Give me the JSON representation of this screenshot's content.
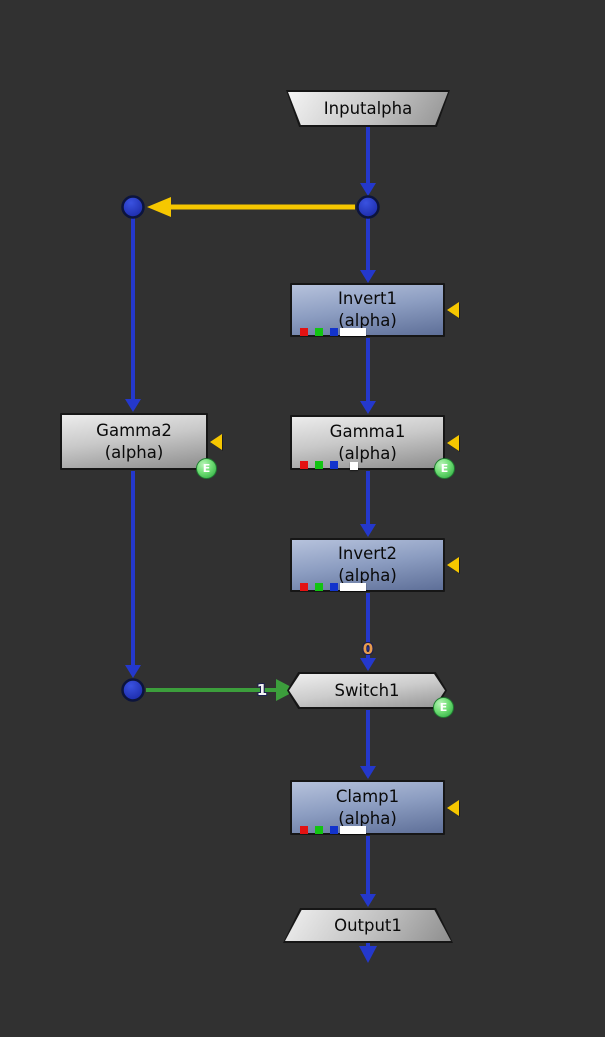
{
  "graph": {
    "type": "compositing-node-graph",
    "nodes": {
      "inputalpha": {
        "label": "Inputalpha",
        "shape": "trapezoid"
      },
      "invert1": {
        "label": "Invert1",
        "sublabel": "(alpha)"
      },
      "gamma1": {
        "label": "Gamma1",
        "sublabel": "(alpha)",
        "badge": "E"
      },
      "invert2": {
        "label": "Invert2",
        "sublabel": "(alpha)"
      },
      "gamma2": {
        "label": "Gamma2",
        "sublabel": "(alpha)",
        "badge": "E"
      },
      "switch1": {
        "label": "Switch1",
        "badge": "E",
        "inputs": [
          {
            "label": "0"
          },
          {
            "label": "1"
          }
        ]
      },
      "clamp1": {
        "label": "Clamp1",
        "sublabel": "(alpha)"
      },
      "output1": {
        "label": "Output1",
        "shape": "trapezoid"
      }
    },
    "icons": {
      "mask_input": "yellow-left-triangle-icon",
      "expression_badge": "green-circle-e-icon",
      "branch_dot": "blue-dot-node",
      "channel_indicators": [
        "red-square",
        "green-square",
        "blue-square",
        "white-alpha-bar"
      ]
    },
    "colors": {
      "background": "#313131",
      "wire_blue": "#2438cc",
      "wire_yellow": "#f6c700",
      "wire_green": "#3c9e3c",
      "dot_fill": "#2133c2",
      "dot_outline": "#0c143c",
      "node_gray_top": "#ececec",
      "node_gray_bottom": "#8d8d8d",
      "node_blue_top": "#b6c2dc",
      "node_blue_bottom": "#5e6f98",
      "badge_green": "#4fcf5f",
      "label0_color": "#e89b4e",
      "label1_color": "#f2f2f2",
      "channel_red": "#e31212",
      "channel_green": "#12c412",
      "channel_blue": "#1233cc",
      "node_text": "#0a0a0a"
    }
  }
}
